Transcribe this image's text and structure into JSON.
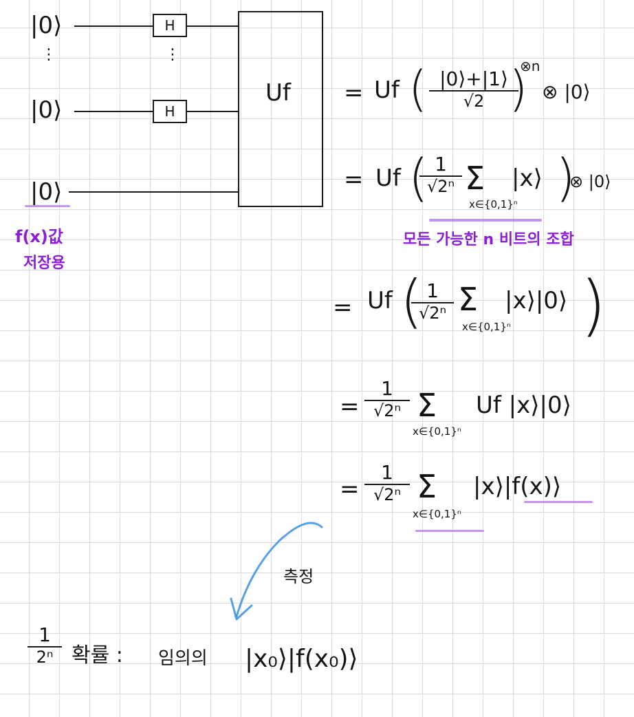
{
  "circuit": {
    "inputs": [
      "|0⟩",
      "|0⟩",
      "|0⟩"
    ],
    "dots": "⋮",
    "gate_label": "H",
    "oracle_label": "Uf",
    "ancilla_note_line1": "f(x)값",
    "ancilla_note_line2": "저장용"
  },
  "derivation": {
    "eq": "=",
    "line1": {
      "op": "Uf",
      "num": "|0⟩+|1⟩",
      "den": "√2",
      "power": "⊗n",
      "tail": "⊗ |0⟩"
    },
    "line2": {
      "op": "Uf",
      "num": "1",
      "den": "√2ⁿ",
      "sum": "Σ",
      "sub": "x∈{0,1}ⁿ",
      "ket": "|x⟩",
      "tail": "⊗ |0⟩",
      "note": "모든 가능한 n 비트의 조합"
    },
    "line3": {
      "op": "Uf",
      "num": "1",
      "den": "√2ⁿ",
      "sum": "Σ",
      "sub": "x∈{0,1}ⁿ",
      "ket": "|x⟩|0⟩"
    },
    "line4": {
      "num": "1",
      "den": "√2ⁿ",
      "sum": "Σ",
      "sub": "x∈{0,1}ⁿ",
      "ket": "Uf |x⟩|0⟩"
    },
    "line5": {
      "num": "1",
      "den": "√2ⁿ",
      "sum": "Σ",
      "sub": "x∈{0,1}ⁿ",
      "ket": "|x⟩|f(x)⟩"
    }
  },
  "measurement": {
    "label": "측정",
    "result_num": "1",
    "result_den": "2ⁿ",
    "result_text": "확률 :",
    "result_word": "임의의",
    "result_state": "|x₀⟩|f(x₀)⟩"
  },
  "colors": {
    "ink": "#151515",
    "annotation": "#8a1fd6",
    "arrow": "#3b8fe0",
    "highlight": "#b57ae8"
  }
}
